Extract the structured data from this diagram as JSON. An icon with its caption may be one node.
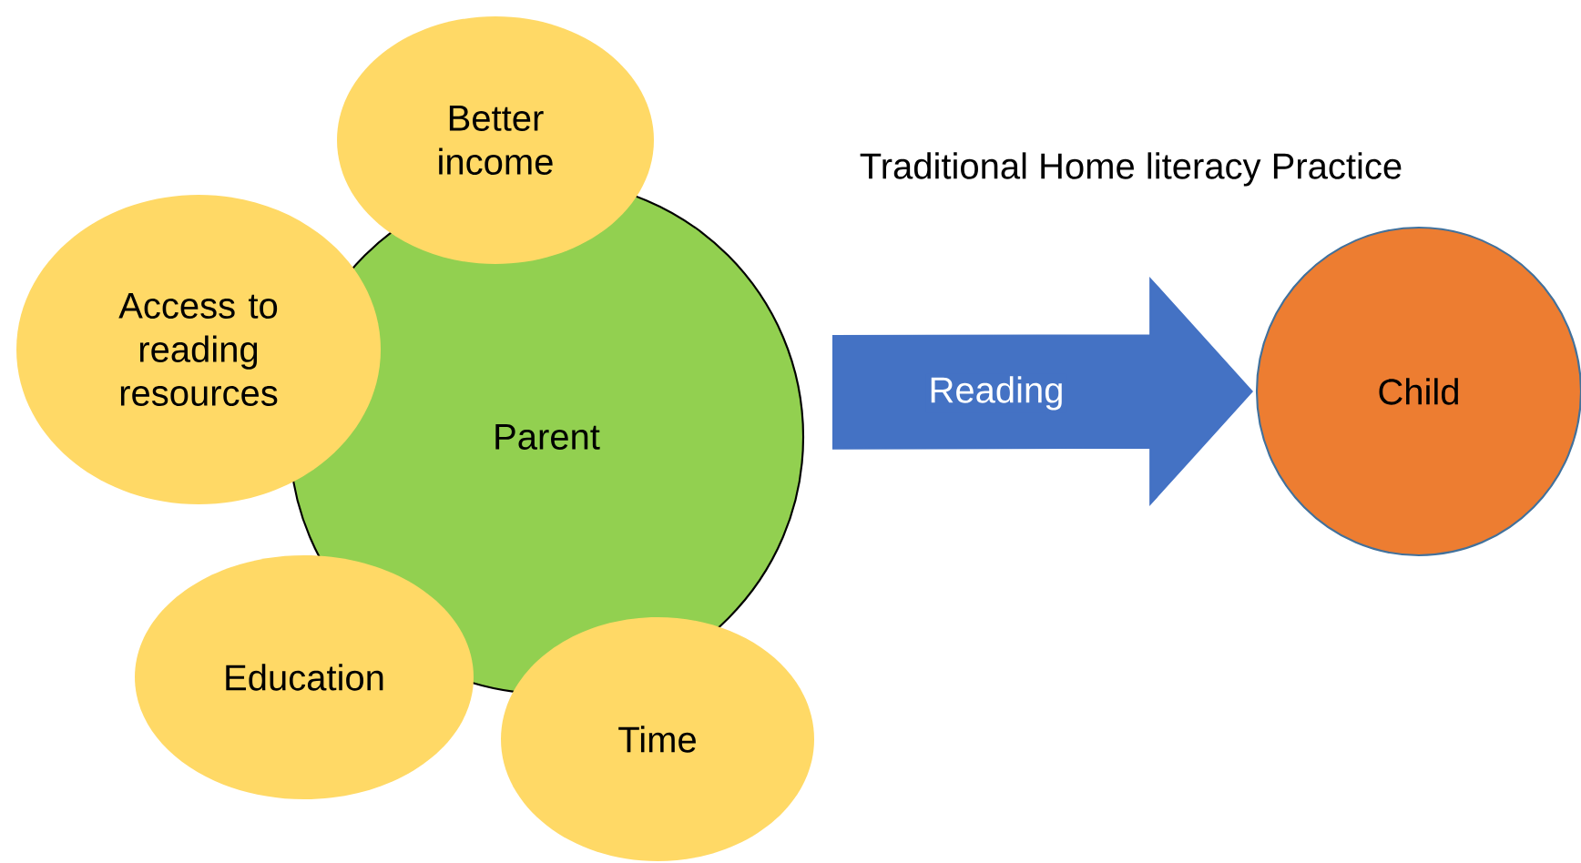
{
  "diagram": {
    "title": "Traditional Home literacy Practice",
    "nodes": [
      {
        "text": [
          "Better income"
        ]
      },
      {
        "text": [
          "Access to reading resources"
        ]
      },
      {
        "text": [
          "Parent"
        ]
      },
      {
        "text": [
          "Education"
        ]
      },
      {
        "text": [
          "Time"
        ]
      },
      {
        "text": [
          "Child"
        ]
      }
    ],
    "edges": [
      {
        "from": 2,
        "to": 5,
        "arrow": "to",
        "label": "Reading"
      }
    ]
  }
}
